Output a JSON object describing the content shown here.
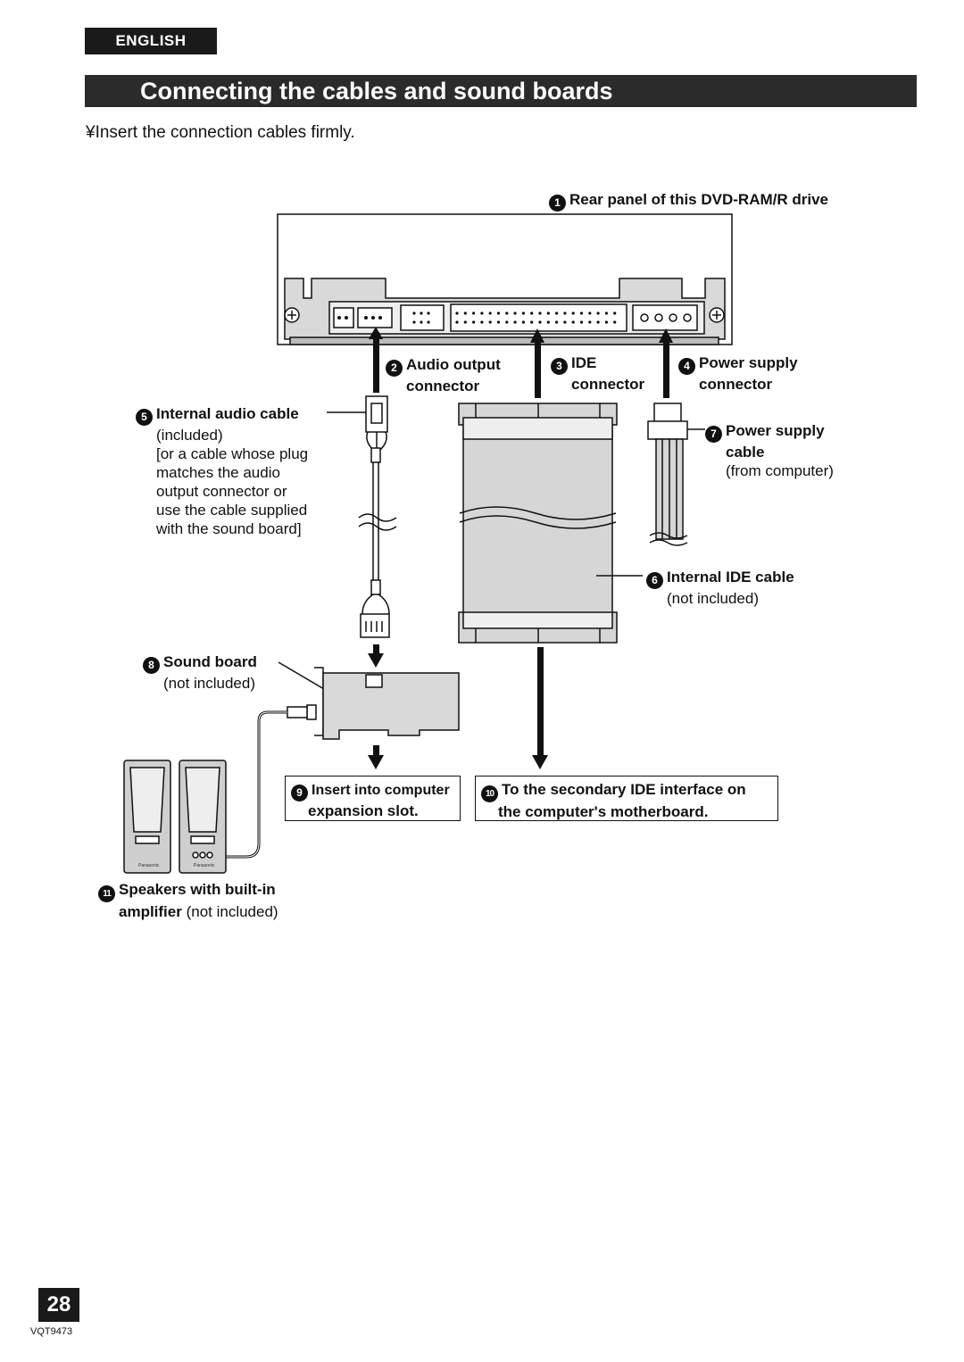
{
  "header": {
    "language_tab": "ENGLISH",
    "title": "Connecting the cables and sound boards",
    "intro": "¥Insert the connection cables firmly."
  },
  "labels": {
    "l1": {
      "num": "1",
      "text": "Rear panel of this DVD-RAM/R drive"
    },
    "l2": {
      "num": "2",
      "line1": "Audio output",
      "line2": "connector"
    },
    "l3": {
      "num": "3",
      "line1": "IDE",
      "line2": "connector"
    },
    "l4": {
      "num": "4",
      "line1": "Power supply",
      "line2": "connector"
    },
    "l5": {
      "num": "5",
      "bold": "Internal audio cable",
      "lines": [
        "(included)",
        "[or a cable whose plug",
        "matches the audio",
        "output connector or",
        "use the cable supplied",
        "with the sound board]"
      ]
    },
    "l6": {
      "num": "6",
      "bold": "Internal IDE cable",
      "sub": "(not included)"
    },
    "l7": {
      "num": "7",
      "bold1": "Power supply",
      "bold2": "cable",
      "sub": "(from computer)"
    },
    "l8": {
      "num": "8",
      "bold": "Sound board",
      "sub": "(not included)"
    },
    "l9": {
      "num": "9",
      "line1": "Insert into computer",
      "line2": "expansion slot."
    },
    "l10": {
      "num": "10",
      "line1": "To the secondary IDE interface on",
      "line2": "the computer's motherboard."
    },
    "l11": {
      "num": "11",
      "bold1": "Speakers with built-in",
      "bold2": "amplifier",
      "sub": " (not included)"
    }
  },
  "speakers": {
    "brand_left": "Panasonic",
    "brand_right": "Panasonic"
  },
  "footer": {
    "page_number": "28",
    "code": "VQT9473"
  }
}
